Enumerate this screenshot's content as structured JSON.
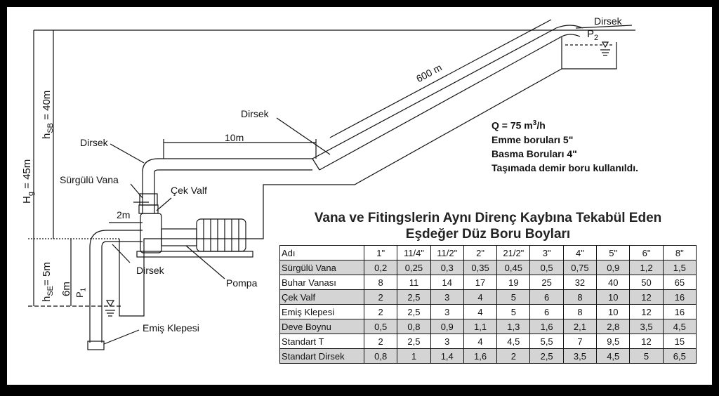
{
  "labels": {
    "dirsek_top": "Dirsek",
    "p2": "P",
    "p2_sub": "2",
    "len_600": "600 m",
    "dirsek_mid": "Dirsek",
    "len_10": "10m",
    "dirsek_left": "Dirsek",
    "surgulu_vana": "Sürgülü Vana",
    "cek_valf": "Çek Valf",
    "len_2": "2m",
    "dirsek_bottom": "Dirsek",
    "pompa": "Pompa",
    "emis_klepesi": "Emiş Klepesi",
    "hg": "H",
    "hg_sub": "g",
    "hg_val": " = 45m",
    "hsb": "h",
    "hsb_sub": "SB",
    "hsb_val": " = 40m",
    "hse": "h",
    "hse_sub": "SE",
    "hse_val": "= 5m",
    "len_6": "6m",
    "p1": "P",
    "p1_sub": "1"
  },
  "info": {
    "q_prefix": "Q = 75 m",
    "q_sup": "3",
    "q_suffix": "/h",
    "emme": "Emme boruları 5\"",
    "basma": "Basma Boruları 4\"",
    "tasima": "Taşımada demir boru kullanıldı."
  },
  "table": {
    "title_line1": "Vana ve Fitingslerin Aynı Direnç Kaybına Tekabül Eden",
    "title_line2": "Eşdeğer Düz Boru Boyları",
    "headers": [
      "Adı",
      "1\"",
      "11/4\"",
      "11/2\"",
      "2\"",
      "21/2\"",
      "3\"",
      "4\"",
      "5\"",
      "6\"",
      "8\""
    ],
    "rows": [
      {
        "name": "Sürgülü Vana",
        "values": [
          "0,2",
          "0,25",
          "0,3",
          "0,35",
          "0,45",
          "0,5",
          "0,75",
          "0,9",
          "1,2",
          "1,5"
        ]
      },
      {
        "name": "Buhar Vanası",
        "values": [
          "8",
          "11",
          "14",
          "17",
          "19",
          "25",
          "32",
          "40",
          "50",
          "65"
        ]
      },
      {
        "name": "Çek Valf",
        "values": [
          "2",
          "2,5",
          "3",
          "4",
          "5",
          "6",
          "8",
          "10",
          "12",
          "16"
        ]
      },
      {
        "name": "Emiş Klepesi",
        "values": [
          "2",
          "2,5",
          "3",
          "4",
          "5",
          "6",
          "8",
          "10",
          "12",
          "16"
        ]
      },
      {
        "name": "Deve Boynu",
        "values": [
          "0,5",
          "0,8",
          "0,9",
          "1,1",
          "1,3",
          "1,6",
          "2,1",
          "2,8",
          "3,5",
          "4,5"
        ]
      },
      {
        "name": "Standart T",
        "values": [
          "2",
          "2,5",
          "3",
          "4",
          "4,5",
          "5,5",
          "7",
          "9,5",
          "12",
          "15"
        ]
      },
      {
        "name": "Standart Dirsek",
        "values": [
          "0,8",
          "1",
          "1,4",
          "1,6",
          "2",
          "2,5",
          "3,5",
          "4,5",
          "5",
          "6,5"
        ]
      }
    ]
  },
  "colors": {
    "frame": "#000000",
    "row_shade": "#d4d4d4",
    "line": "#111111"
  }
}
